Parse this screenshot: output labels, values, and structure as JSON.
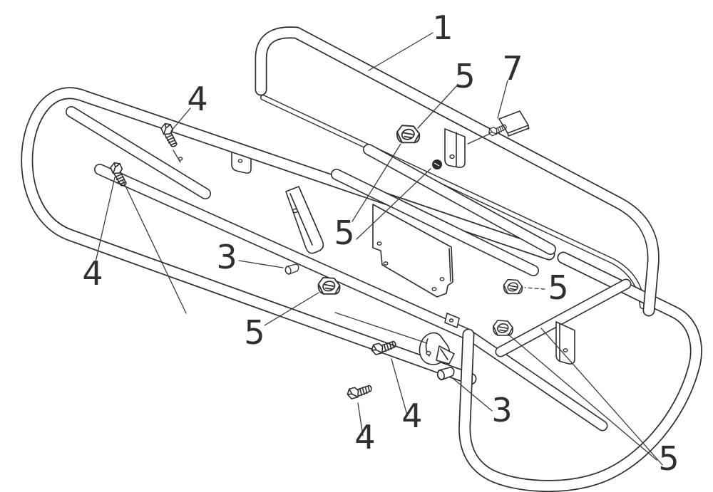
{
  "figure": {
    "background_color": "#ffffff",
    "line_color": "#2e2e2e"
  },
  "callouts": [
    {
      "label": "1"
    },
    {
      "label": "4"
    },
    {
      "label": "5"
    },
    {
      "label": "7"
    },
    {
      "label": "5"
    },
    {
      "label": "3"
    },
    {
      "label": "4"
    },
    {
      "label": "5"
    },
    {
      "label": "5"
    },
    {
      "label": "3"
    },
    {
      "label": "4"
    },
    {
      "label": "4"
    },
    {
      "label": "5"
    }
  ]
}
